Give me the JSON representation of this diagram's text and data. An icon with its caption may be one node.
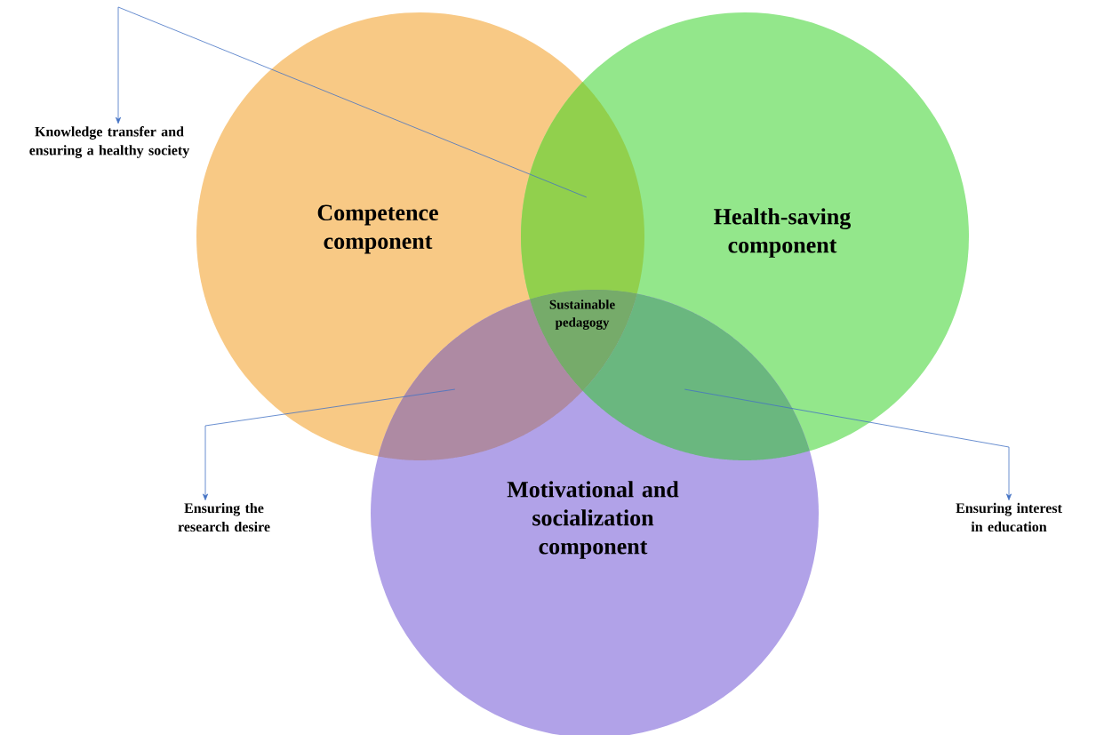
{
  "diagram": {
    "nodes": [
      {
        "text": [
          "Competence component"
        ]
      },
      {
        "text": [
          "Health-saving component"
        ]
      },
      {
        "text": [
          "Motivational and socialization component"
        ]
      },
      {
        "text": [
          "Knowledge transfer and ensuring a healthy society"
        ]
      },
      {
        "text": [
          "Ensuring the research desire"
        ]
      },
      {
        "text": [
          "Ensuring interest in education"
        ]
      },
      {
        "text": [],
        "shape": "lens"
      },
      {
        "text": [],
        "shape": "lens"
      },
      {
        "text": [],
        "shape": "lens"
      }
    ],
    "edges": [
      {
        "from": 6,
        "to": 3,
        "arrow": "to"
      },
      {
        "from": 7,
        "to": 4,
        "arrow": "to"
      },
      {
        "from": 8,
        "to": 5,
        "arrow": "to"
      }
    ],
    "labels": [
      "Sustainable pedagogy"
    ]
  }
}
